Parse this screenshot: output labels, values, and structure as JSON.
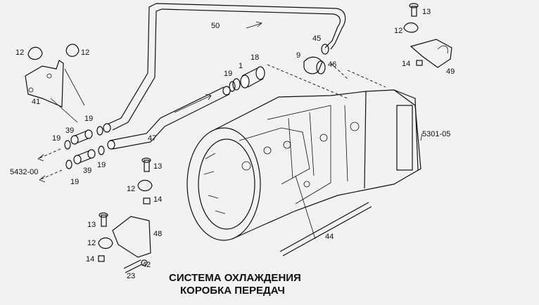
{
  "diagram": {
    "title_line1": "СИСТЕМА ОХЛАЖДЕНИЯ",
    "title_line2": "КОРОБКА ПЕРЕДАЧ",
    "callouts": {
      "c13a": "13",
      "c12a": "12",
      "c14a": "14",
      "c49": "49",
      "c50": "50",
      "c45": "45",
      "c46": "46",
      "c9": "9",
      "c18": "18",
      "c19a": "19",
      "c1": "1",
      "c12b": "12",
      "c12c": "12",
      "c41": "41",
      "c19b": "19",
      "c39a": "39",
      "c19c": "19",
      "c39b": "39",
      "c19d": "19",
      "c19e": "19",
      "c5432": "5432-00",
      "c47": "47",
      "c5301": "5301-05",
      "c13b": "13",
      "c12d": "12",
      "c14b": "14",
      "c13c": "13",
      "c12e": "12",
      "c14c": "14",
      "c48": "48",
      "c42": "42",
      "c23": "23",
      "c44": "44"
    }
  }
}
